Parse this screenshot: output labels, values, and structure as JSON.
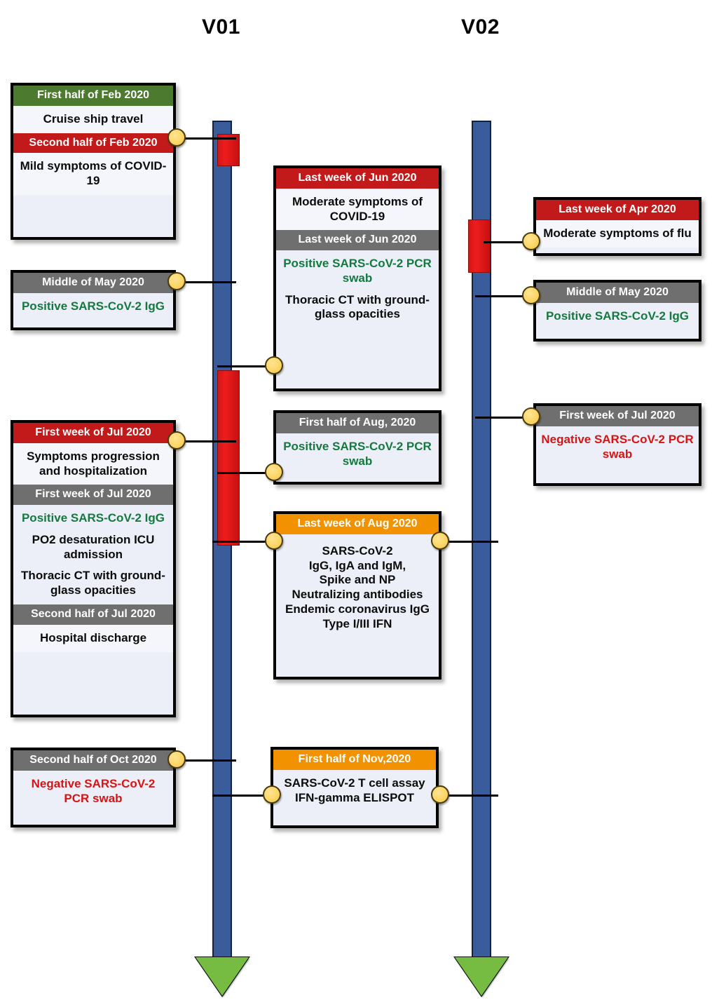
{
  "columns": {
    "left_title": "V01",
    "right_title": "V02"
  },
  "colors": {
    "axis_blue": "#3A5C9A",
    "axis_red": "#E01616",
    "arrow_green": "#76BC43",
    "header_green": "#4C7A2E",
    "header_red": "#C21A1A",
    "header_grey": "#6F6F6F",
    "header_orange": "#F29200",
    "node_yellow": "#FCD667",
    "positive_text": "#14793F",
    "negative_text": "#D61414"
  },
  "left_cards": {
    "feb": {
      "h1": "First half of Feb 2020",
      "b1": "Cruise ship travel",
      "h2": "Second half of Feb 2020",
      "b2": "Mild symptoms of COVID-19"
    },
    "may": {
      "h1": "Middle of May 2020",
      "b1": "Positive SARS-CoV-2 IgG"
    },
    "jul": {
      "h1": "First week of Jul 2020",
      "b1": "Symptoms progression and hospitalization",
      "h2": "First week of Jul 2020",
      "b2_line1": "Positive SARS-CoV-2 IgG",
      "b2_line2": "PO2 desaturation ICU admission",
      "b2_line3": "Thoracic CT with ground-glass opacities",
      "h3": "Second half of Jul 2020",
      "b3": "Hospital discharge"
    },
    "oct": {
      "h1": "Second half of Oct 2020",
      "b1": "Negative SARS-CoV-2 PCR swab"
    }
  },
  "mid_cards": {
    "jun": {
      "h1": "Last week of Jun 2020",
      "b1": "Moderate symptoms of COVID-19",
      "h2": "Last week of Jun 2020",
      "b2_line1": "Positive SARS-CoV-2 PCR swab",
      "b2_line2": "Thoracic CT with ground-glass opacities"
    },
    "aug_first": {
      "h1": "First half of Aug, 2020",
      "b1": "Positive SARS-CoV-2 PCR swab"
    },
    "aug_last": {
      "h1": "Last week of Aug 2020",
      "b1_line1": "SARS-CoV-2",
      "b1_line2": "IgG, IgA and IgM,",
      "b1_line3": "Spike and NP",
      "b1_line4": "Neutralizing antibodies",
      "b1_line5": "Endemic  coronavirus IgG",
      "b1_line6": "Type I/III IFN"
    },
    "nov": {
      "h1": "First half of Nov,2020",
      "b1_line1": "SARS-CoV-2 T cell assay",
      "b1_line2": "IFN-gamma ELISPOT"
    }
  },
  "right_cards": {
    "apr": {
      "h1": "Last week of Apr 2020",
      "b1": "Moderate symptoms of flu"
    },
    "may": {
      "h1": "Middle of May 2020",
      "b1": "Positive SARS-CoV-2 IgG"
    },
    "jul": {
      "h1": "First week of Jul 2020",
      "b1": "Negative SARS-CoV-2 PCR swab"
    }
  }
}
